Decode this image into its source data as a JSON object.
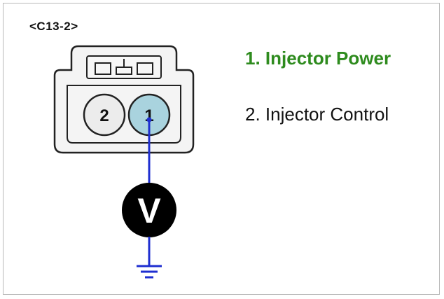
{
  "connector": {
    "id": "<C13-2>",
    "pins": [
      {
        "number": "2",
        "fill": "#ececec"
      },
      {
        "number": "1",
        "fill": "#a9d3de"
      }
    ]
  },
  "meter": {
    "symbol": "V"
  },
  "legend": {
    "items": [
      {
        "text": "1. Injector Power",
        "color": "#2e8b1e"
      },
      {
        "text": "2. Injector Control",
        "color": "#111111"
      }
    ]
  },
  "colors": {
    "wire": "#1f2fd0",
    "outline": "#222222",
    "connector_fill": "#f4f4f4"
  }
}
